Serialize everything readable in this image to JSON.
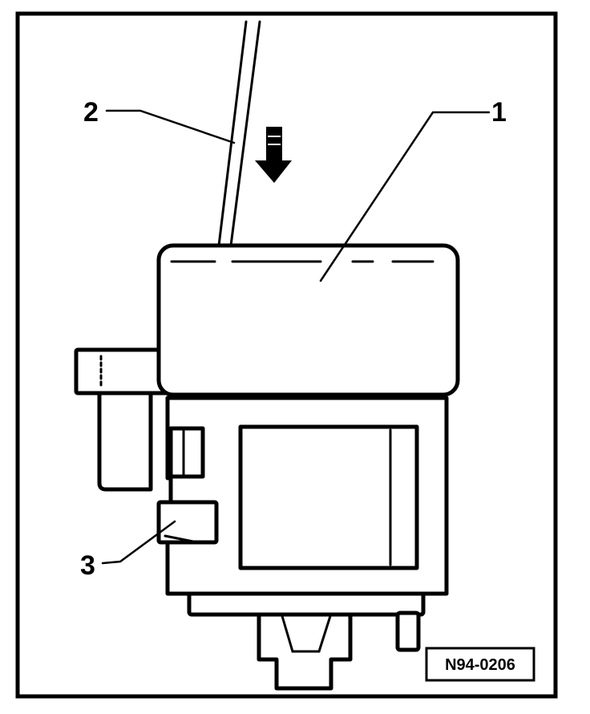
{
  "figure": {
    "reference_code": "N94-0206",
    "callouts": {
      "c1": "1",
      "c2": "2",
      "c3": "3"
    },
    "colors": {
      "ink": "#000000",
      "paper": "#ffffff"
    },
    "icons": {
      "direction": "arrow-down-icon"
    }
  }
}
